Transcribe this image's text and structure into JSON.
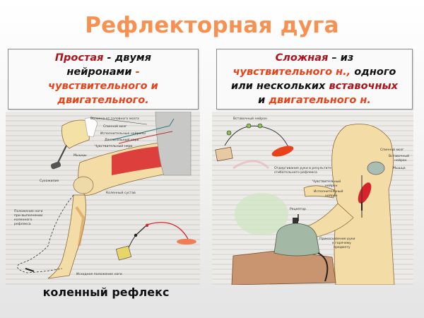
{
  "title": "Рефлекторная дуга",
  "boxes": {
    "simple": {
      "term": "Простая",
      "sep1": " - двумя",
      "line2": "нейронами ",
      "dash": "-",
      "line3": "чувствительного и",
      "line4": "двигательного."
    },
    "complex": {
      "term": "Сложная",
      "sep1": " – из",
      "line2a": "чувствительного н.,",
      "line2b": " одного",
      "line3a": "или нескольких ",
      "line3b": "вставочных",
      "line4a": "и ",
      "line4b": "двигательного н."
    }
  },
  "left_illustration": {
    "labels": {
      "fibers": "Волокна от головного мозга",
      "spinal_cord": "Спинной мозг",
      "interneurons": "Исполнительные нейроны",
      "motor_nerve": "Двигательный нерв",
      "sensory_nerve": "Чувствительный нерв",
      "muscles": "Мышцы",
      "tendon": "Сухожилие",
      "knee_joint": "Коленный сустав",
      "leg_position_1": "Положение ноги",
      "leg_position_2": "при выполнении",
      "leg_position_3": "коленного",
      "leg_position_4": "рефлекса",
      "initial_position": "Исходное положение ноги"
    }
  },
  "right_illustration": {
    "labels": {
      "interneuron_top": "Вставочный нейрон",
      "withdraw_1": "Отдергивание руки в результате",
      "withdraw_2": "сгибательного рефлекса",
      "spinal_cord": "Спинной мозг",
      "interneuron_1": "Вставочный",
      "interneuron_2": "нейрон",
      "muscle": "Мышца",
      "sensory_1": "Чувствительный",
      "sensory_2": "нейрон",
      "motor_1": "Исполнительный",
      "motor_2": "нейрон",
      "receptor": "Рецептор",
      "touch_1": "Прикосновение руки",
      "touch_2": "к горячему",
      "touch_3": "предмету"
    }
  },
  "caption": "коленный рефлекс",
  "colors": {
    "title": "#f79152",
    "term_dark_red": "#b0121b",
    "accent_orange_red": "#e8421a",
    "nerve_red": "#d8232a",
    "skin": "#f3dca6"
  }
}
